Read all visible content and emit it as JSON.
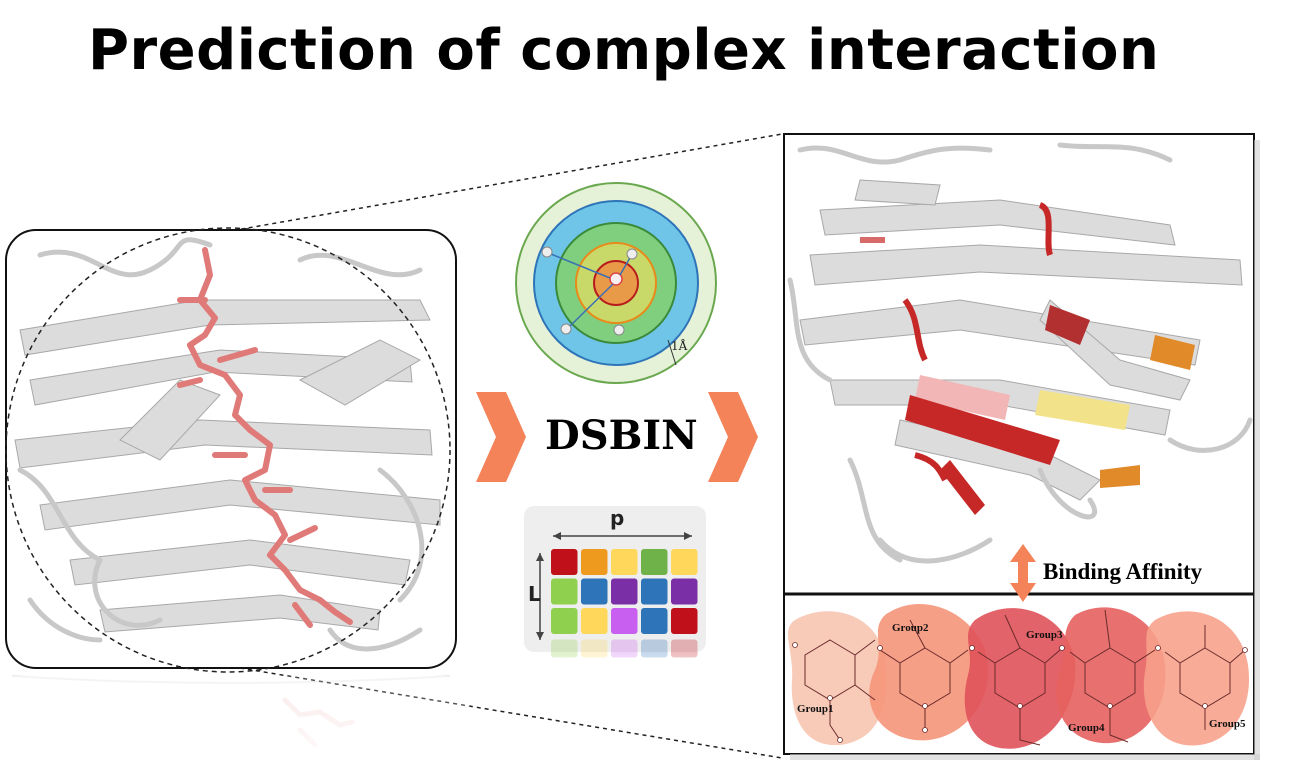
{
  "title": "Prediction of complex interaction",
  "method": "DSBIN",
  "radius_label": "1Å",
  "matrix": {
    "width_label": "p",
    "height_label": "L",
    "rows": [
      [
        "#c0101a",
        "#ee9a1e",
        "#ffd75a",
        "#6fb24a",
        "#ffd75a"
      ],
      [
        "#8fd04e",
        "#2e74b8",
        "#7a2fa6",
        "#2e74b8",
        "#7a2fa6"
      ],
      [
        "#8fd04e",
        "#ffd75a",
        "#c85ff0",
        "#2e74b8",
        "#c0101a"
      ]
    ]
  },
  "binding_label": "Binding Affinity",
  "groups": [
    "Group1",
    "Group2",
    "Group3",
    "Group4",
    "Group5"
  ],
  "colors": {
    "arrow": "#f4835a",
    "ligand": "#e07a78",
    "protein": "#d9d9d9",
    "residue_red": "#c62828",
    "residue_orange": "#e08a2a",
    "residue_yellow": "#f2e38a",
    "residue_pink": "#f3b6b6"
  }
}
